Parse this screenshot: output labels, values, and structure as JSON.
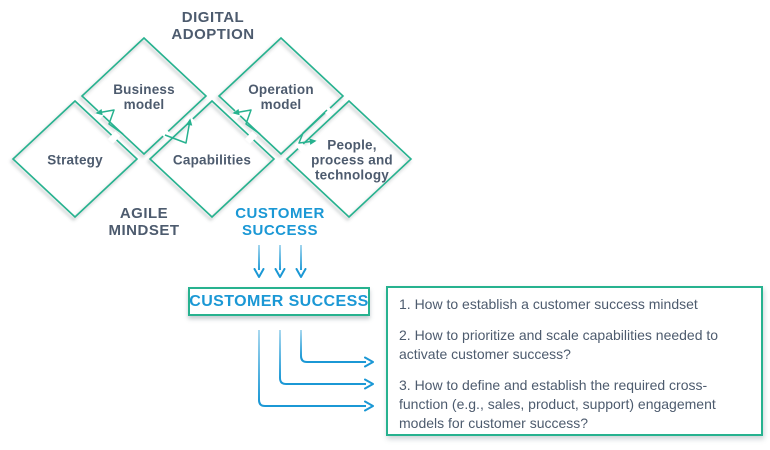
{
  "labels": {
    "digital_adoption": "DIGITAL\nADOPTION",
    "agile_mindset": "AGILE\nMINDSET",
    "customer_success": "CUSTOMER\nSUCCESS"
  },
  "diamonds": {
    "strategy": "Strategy",
    "business_model": "Business\nmodel",
    "capabilities": "Capabilities",
    "operation_model": "Operation\nmodel",
    "people_process_technology": "People,\nprocess and\ntechnology"
  },
  "result_box": {
    "label": "CUSTOMER SUCCESS"
  },
  "questions_box": {
    "items": [
      "1. How to establish a customer success mindset",
      "2. How to prioritize and scale capabilities needed to activate customer success?",
      "3. How to define and establish the required cross-function (e.g., sales, product, support) engagement models for customer success?"
    ]
  },
  "icons": {
    "flow_arrow": "zigzag-arrow",
    "down_arrow": "arrow-down",
    "elbow_arrow": "elbow-arrow-right"
  },
  "colors": {
    "teal": "#27b28f",
    "blue": "#1b98d5",
    "blue_light": "#a9d8ef",
    "slate_text": "#4d5b6e"
  }
}
